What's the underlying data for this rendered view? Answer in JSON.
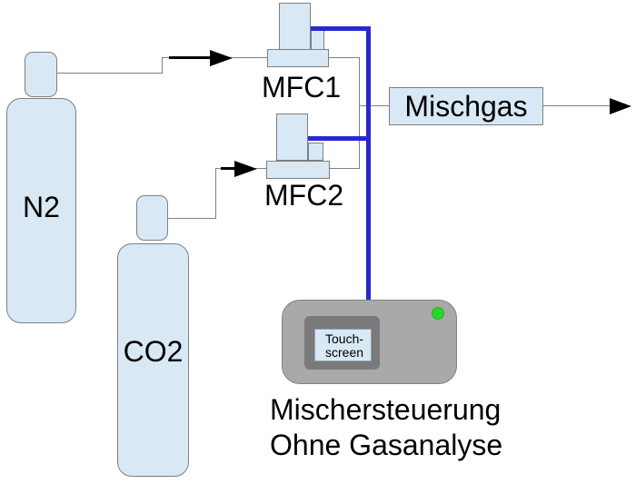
{
  "diagram_type": "gas-mixing-flow-diagram",
  "colors": {
    "shape_fill": "#d8e8f5",
    "shape_border": "#7f7f7f",
    "pipe_gray": "#808080",
    "control_line_blue": "#2828d0",
    "device_body_gray": "#a9a9a9",
    "screen_bezel_gray": "#7a7a7a",
    "led_green": "#2bd62b",
    "arrow_black": "#000000"
  },
  "cylinders": {
    "n2": {
      "label": "N2"
    },
    "co2": {
      "label": "CO2"
    }
  },
  "mfcs": {
    "mfc1": {
      "label": "MFC1"
    },
    "mfc2": {
      "label": "MFC2"
    }
  },
  "output": {
    "label": "Mischgas"
  },
  "controller": {
    "screen_line1": "Touch-",
    "screen_line2": "screen",
    "caption_line1": "Mischersteuerung",
    "caption_line2": "Ohne Gasanalyse"
  }
}
